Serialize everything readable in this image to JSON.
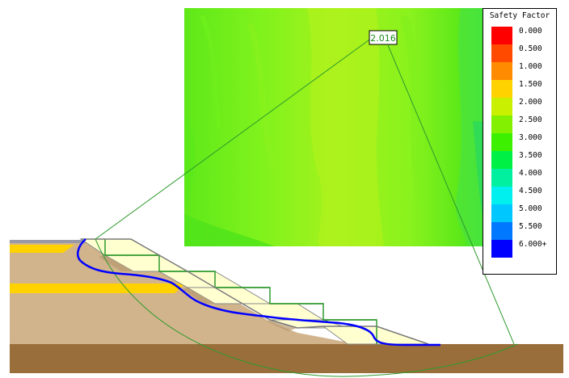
{
  "viewport": {
    "fs_label": "2.016"
  },
  "legend": {
    "title": "Safety Factor",
    "entries": [
      {
        "label": "0.000",
        "color": "#ff0000"
      },
      {
        "label": "0.500",
        "color": "#ff4a00"
      },
      {
        "label": "1.000",
        "color": "#ff8c00"
      },
      {
        "label": "1.500",
        "color": "#ffd200"
      },
      {
        "label": "2.000",
        "color": "#c8f000"
      },
      {
        "label": "2.500",
        "color": "#82f000"
      },
      {
        "label": "3.000",
        "color": "#3cf000"
      },
      {
        "label": "3.500",
        "color": "#00f046"
      },
      {
        "label": "4.000",
        "color": "#00f0a0"
      },
      {
        "label": "4.500",
        "color": "#00f0f0"
      },
      {
        "label": "5.000",
        "color": "#00c8ff"
      },
      {
        "label": "5.500",
        "color": "#0078ff"
      },
      {
        "label": "6.000+",
        "color": "#0000ff"
      }
    ]
  },
  "colors": {
    "contour_base": "#7ff21c",
    "contour_light": "#a8f21c",
    "soil": "#d2b48c",
    "foundation": "#9a6e3a",
    "weak_layer": "#ffd200",
    "fill": "#ffffd0",
    "slip_surface": "#0000ff",
    "reinforcement": "#2e9a2e"
  }
}
